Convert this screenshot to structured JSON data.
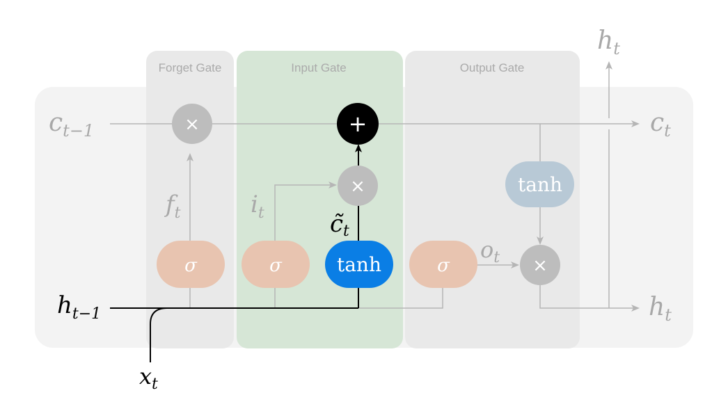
{
  "gates": {
    "forget": "Forget Gate",
    "input": "Input Gate",
    "output": "Output Gate"
  },
  "labels": {
    "c_prev": {
      "base": "c",
      "sub": "t−1"
    },
    "c_out": {
      "base": "c",
      "sub": "t"
    },
    "h_prev": {
      "base": "h",
      "sub": "t−1"
    },
    "h_out": {
      "base": "h",
      "sub": "t"
    },
    "h_top": {
      "base": "h",
      "sub": "t"
    },
    "x_in": {
      "base": "x",
      "sub": "t"
    },
    "f": {
      "base": "f",
      "sub": "t"
    },
    "i": {
      "base": "i",
      "sub": "t"
    },
    "c_tilde": {
      "base": "c̃",
      "sub": "t"
    },
    "o": {
      "base": "o",
      "sub": "t"
    }
  },
  "nodes": {
    "sigma": "σ",
    "tanh": "tanh",
    "multiply": "×",
    "add": "+"
  },
  "colors": {
    "cell_bg": "#f3f3f3",
    "forget_bg": "#e9e9e9",
    "input_bg": "#d6e6d6",
    "output_bg": "#e9e9e9",
    "sigma": "#e8c4b0",
    "tanh_active": "#0a7ee5",
    "tanh_output": "#b8c9d6",
    "op_grey": "#bdbdbd",
    "add_black": "#000000",
    "line_grey": "#b5b5b5",
    "line_black": "#000000",
    "label_grey": "#a8a8a8"
  }
}
